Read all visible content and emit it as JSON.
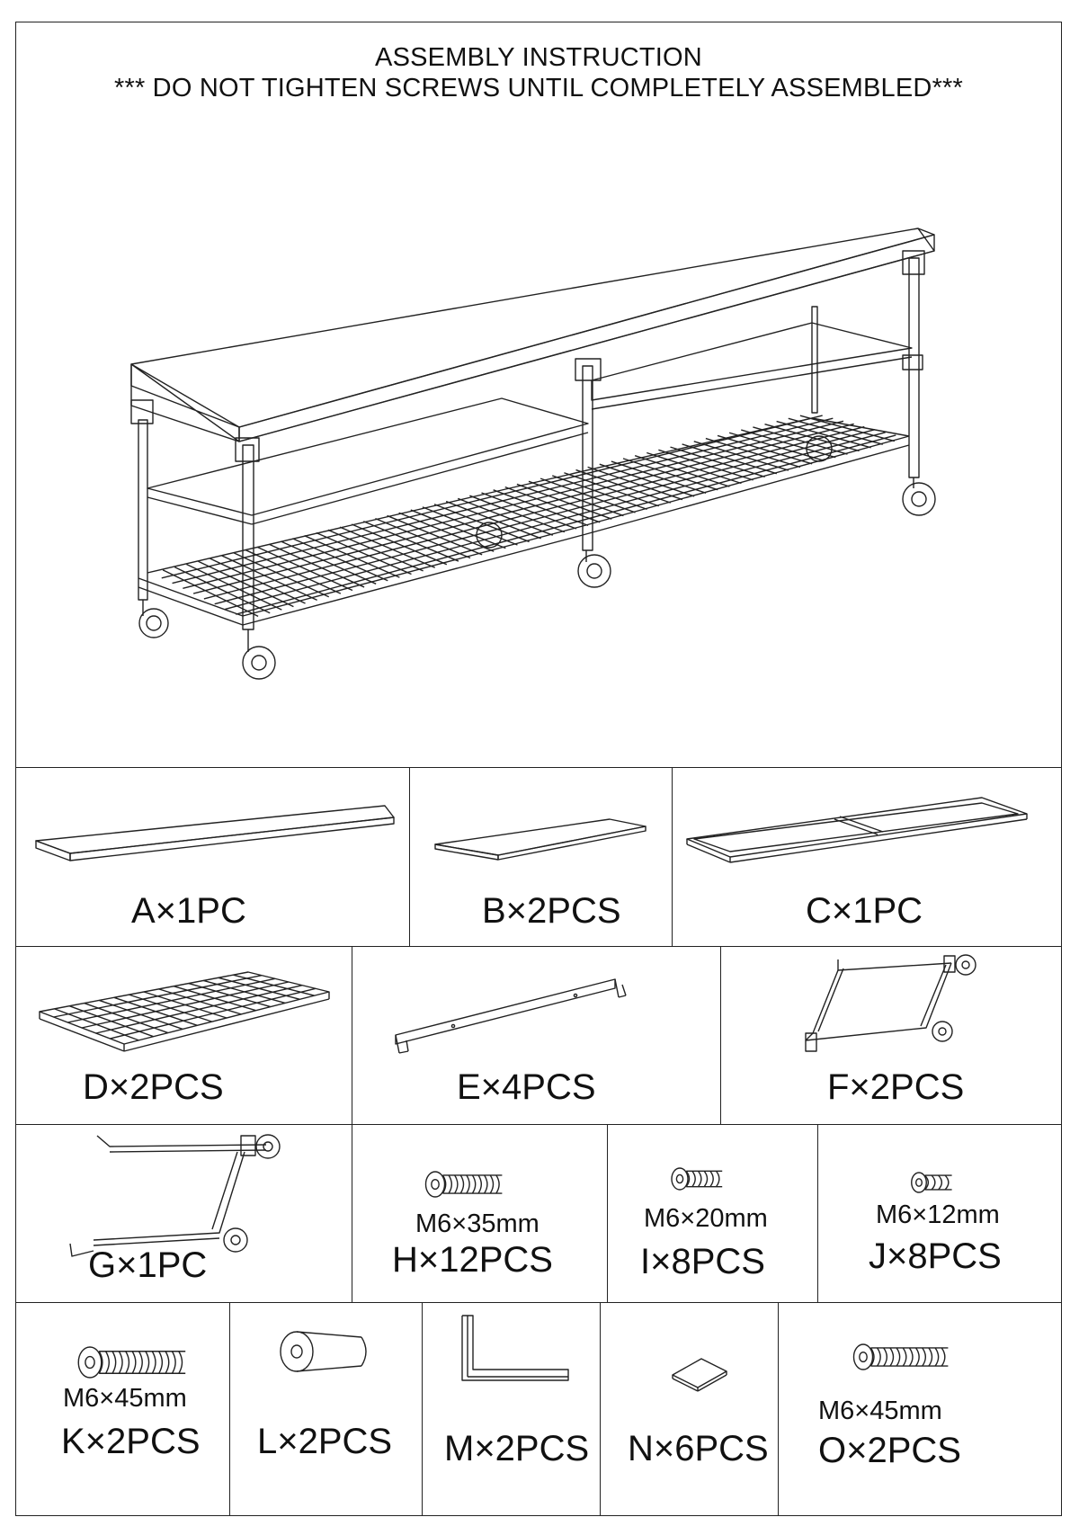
{
  "header": {
    "title": "ASSEMBLY INSTRUCTION",
    "warning": "*** DO NOT TIGHTEN SCREWS UNTIL COMPLETELY ASSEMBLED***"
  },
  "parts": {
    "A": {
      "label": "A×1PC",
      "icon": "long-panel-icon"
    },
    "B": {
      "label": "B×2PCS",
      "icon": "shelf-panel-icon"
    },
    "C": {
      "label": "C×1PC",
      "icon": "rectangular-frame-icon"
    },
    "D": {
      "label": "D×2PCS",
      "icon": "wire-mesh-shelf-icon"
    },
    "E": {
      "label": "E×4PCS",
      "icon": "metal-bar-icon"
    },
    "F": {
      "label": "F×2PCS",
      "icon": "side-frame-with-caster-icon"
    },
    "G": {
      "label": "G×1PC",
      "icon": "center-frame-with-caster-icon"
    },
    "H": {
      "label": "H×12PCS",
      "spec": "M6×35mm",
      "icon": "bolt-icon"
    },
    "I": {
      "label": "I×8PCS",
      "spec": "M6×20mm",
      "icon": "bolt-icon"
    },
    "J": {
      "label": "J×8PCS",
      "spec": "M6×12mm",
      "icon": "bolt-icon"
    },
    "K": {
      "label": "K×2PCS",
      "spec": "M6×45mm",
      "icon": "bolt-icon"
    },
    "L": {
      "label": "L×2PCS",
      "icon": "barrel-nut-icon"
    },
    "M": {
      "label": "M×2PCS",
      "icon": "allen-key-icon"
    },
    "N": {
      "label": "N×6PCS",
      "icon": "felt-pad-icon"
    },
    "O": {
      "label": "O×2PCS",
      "spec": "M6×45mm",
      "icon": "bolt-icon"
    }
  },
  "colors": {
    "line": "#222222",
    "background": "#ffffff"
  }
}
